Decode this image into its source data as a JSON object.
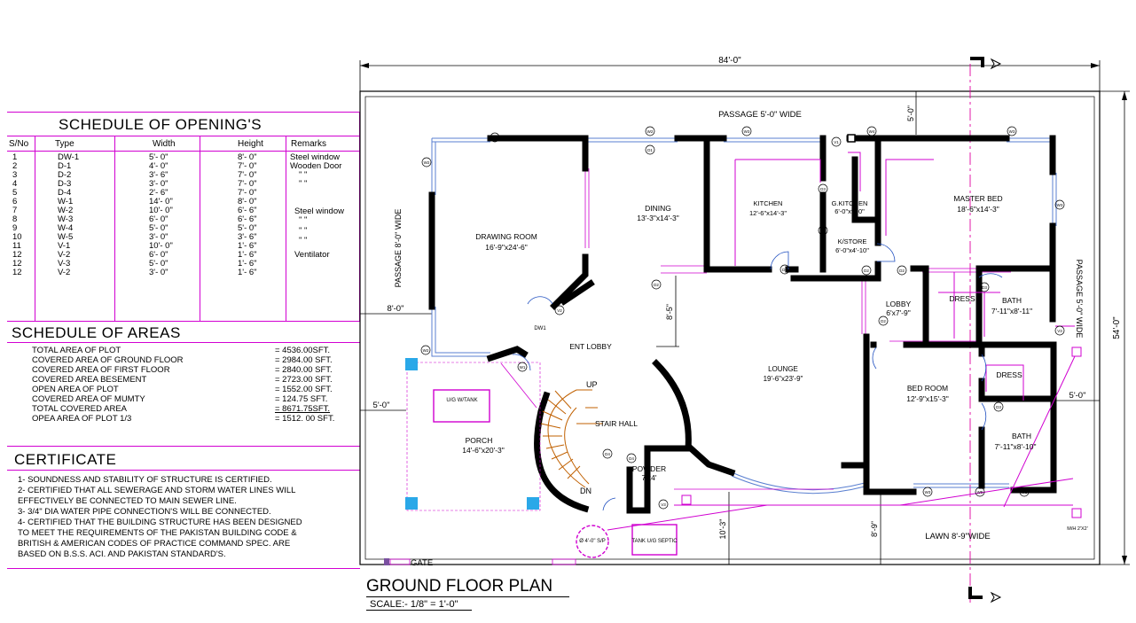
{
  "openings": {
    "title": "SCHEDULE OF OPENING'S",
    "headers": [
      "S/No",
      "Type",
      "Width",
      "Height",
      "Remarks"
    ],
    "rows": [
      [
        "1",
        "DW-1",
        "5'- 0\"",
        "8'- 0\""
      ],
      [
        "2",
        "D-1",
        "4'- 0\"",
        "7'- 0\""
      ],
      [
        "3",
        "D-2",
        "3'- 6\"",
        "7'- 0\""
      ],
      [
        "4",
        "D-3",
        "3'- 0\"",
        "7'- 0\""
      ],
      [
        "5",
        "D-4",
        "2'- 6\"",
        "7'- 0\""
      ],
      [
        "6",
        "W-1",
        "14'- 0\"",
        "8'- 0\""
      ],
      [
        "7",
        "W-2",
        "10'- 0\"",
        "6'- 6\""
      ],
      [
        "8",
        "W-3",
        "6'- 0\"",
        "6'- 6\""
      ],
      [
        "9",
        "W-4",
        "5'- 0\"",
        "5'- 0\""
      ],
      [
        "10",
        "W-5",
        "3'- 0\"",
        "3'- 6\""
      ],
      [
        "11",
        "V-1",
        "10'- 0\"",
        "1'- 6\""
      ],
      [
        "12",
        "V-2",
        "6'- 0\"",
        "1'- 6\""
      ],
      [
        "12",
        "V-3",
        "5'- 0\"",
        "1'- 6\""
      ],
      [
        "12",
        "V-2",
        "3'- 0\"",
        "1'- 6\""
      ]
    ],
    "remarks": [
      "Steel window",
      "Wooden Door",
      "\"     \"",
      "\"     \"",
      "Steel window",
      "\"     \"",
      "\"     \"",
      "\"     \"",
      "Ventilator"
    ]
  },
  "areas": {
    "title": "SCHEDULE OF AREAS",
    "rows": [
      {
        "label": "TOTAL AREA OF PLOT",
        "value": "= 4536.00SFT."
      },
      {
        "label": "COVERED AREA OF GROUND FLOOR",
        "value": "= 2984.00 SFT."
      },
      {
        "label": "COVERED AREA OF FIRST FLOOR",
        "value": "= 2840.00 SFT."
      },
      {
        "label": "COVERED AREA BESEMENT",
        "value": "= 2723.00 SFT."
      },
      {
        "label": "OPEN AREA OF PLOT",
        "value": "= 1552.00 SFT."
      },
      {
        "label": "COVERED  AREA OF MUMTY",
        "value": "=   124.75 SFT."
      },
      {
        "label": "TOTAL COVERED AREA",
        "value": "=  8671.75SFT."
      },
      {
        "label": "OPEA AREA OF PLOT 1/3",
        "value": "= 1512. 00  SFT."
      }
    ]
  },
  "certificate": {
    "title": "CERTIFICATE",
    "lines": [
      "1- SOUNDNESS AND STABILITY OF   STRUCTURE IS CERTIFIED.",
      "2- CERTIFIED THAT ALL SEWERAGE   AND STORM WATER LINES  WILL",
      "     EFFECTIVELY BE CONNECTED  TO  MAIN SEWER LINE.",
      "3- 3/4\" DIA WATER PIPE CONNECTION'S  WILL  BE  CONNECTED.",
      "4- CERTIFIED THAT THE BUILDING STRUCTURE HAS BEEN DESIGNED",
      "     TO MEET THE REQUIREMENTS OF  THE PAKISTAN BUILDING CODE &",
      "     BRITISH & AMERICAN CODES OF  PRACTICE COMMAND SPEC. ARE",
      "     BASED ON B.S.S. ACI. AND  PAKISTAN STANDARD'S."
    ]
  },
  "plan": {
    "title": "GROUND FLOOR PLAN",
    "scale": "SCALE:- 1/8\" = 1'-0\"",
    "dims": {
      "overall_width": "84'-0\"",
      "overall_depth": "54'-0\"",
      "left_passage": "8'-0\"",
      "front_setback": "5'-0\"",
      "right_setback": "5'-0\"",
      "top_setback": "5'-0\"",
      "lobby_depth": "8'-5\"",
      "lawn_a": "10'-3\"",
      "lawn_b": "8'-9\""
    },
    "labels": {
      "passage_top": "PASSAGE 5'-0\" WIDE",
      "passage_left": "PASSAGE 8'-0\" WIDE",
      "passage_right": "PASSAGE 5'-0\" WIDE",
      "lawn": "LAWN 8'-9\"WIDE",
      "gate": "GATE",
      "up": "UP",
      "dn": "DN",
      "dw1": "DW1",
      "ug_tank": "U/G W/TANK",
      "septic": "TANK U/G SEPTIC",
      "soakage": "Ø 4'-0\" S/P",
      "mh": "M/H 2'X2'"
    },
    "rooms": [
      {
        "name": "DRAWING ROOM",
        "size": "16'-9\"x24'-6\""
      },
      {
        "name": "DINING",
        "size": "13'-3\"x14'-3\""
      },
      {
        "name": "KITCHEN",
        "size": "12'-6\"x14'-3\""
      },
      {
        "name": "G.KITCHEN",
        "size": "6'-0\"x9'-0\""
      },
      {
        "name": "K/STORE",
        "size": "6'-0\"x4'-10\""
      },
      {
        "name": "MASTER BED",
        "size": "18'-6\"x14'-3\""
      },
      {
        "name": "DRESS",
        "size": ""
      },
      {
        "name": "BATH",
        "size": "7'-11\"x8'-11\""
      },
      {
        "name": "LOBBY",
        "size": "6'x7'-9\""
      },
      {
        "name": "ENT LOBBY",
        "size": ""
      },
      {
        "name": "LOUNGE",
        "size": "19'-6\"x23'-9\""
      },
      {
        "name": "BED ROOM",
        "size": "12'-9\"x15'-3\""
      },
      {
        "name": "DRESS",
        "size": ""
      },
      {
        "name": "BATH",
        "size": "7'-11\"x8'-10\""
      },
      {
        "name": "STAIR HALL",
        "size": ""
      },
      {
        "name": "POWDER",
        "size": "7'x4'"
      },
      {
        "name": "PORCH",
        "size": "14'-6\"x20'-3\""
      }
    ],
    "tags": [
      "D1",
      "D2",
      "D3",
      "D4",
      "W1",
      "W2",
      "W3",
      "W4",
      "W5",
      "V1",
      "V2",
      "V3"
    ]
  }
}
